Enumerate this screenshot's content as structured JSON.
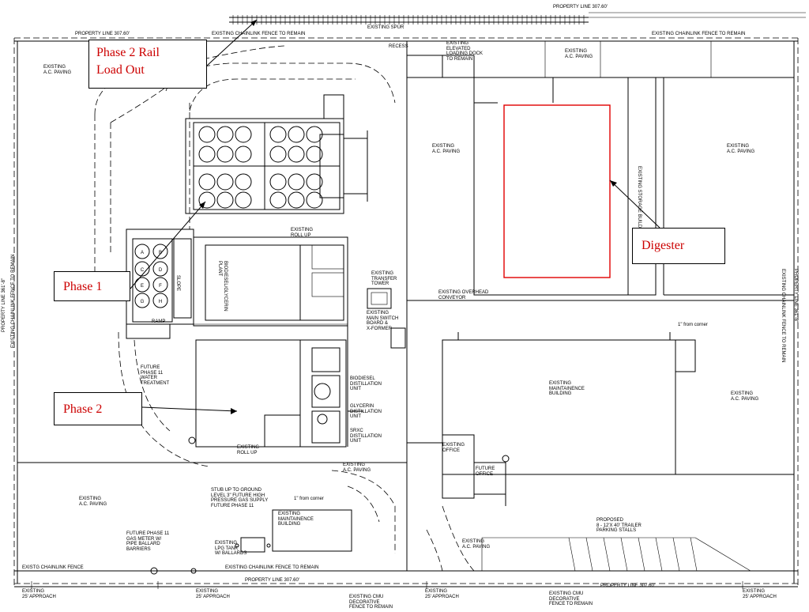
{
  "callouts": {
    "phase2_rail": "Phase 2 Rail\nLoad Out",
    "phase1": "Phase 1",
    "phase2": "Phase 2",
    "digester": "Digester"
  },
  "labels": {
    "property_line_top_left": "PROPERTY LINE 307.60'",
    "property_line_top_right": "PROPERTY LINE 307.60'",
    "fence_top_left": "EXISTING CHAINLINK FENCE TO REMAIN",
    "fence_top_right": "EXISTING CHAINLINK FENCE TO REMAIN",
    "existing_spur": "EXISTING SPUR",
    "recess": "RECESS",
    "elevated_dock": "EXISTING\nELEVATED\nLOADING DOCK\nTO REMAIN",
    "paving_top_left": "EXISTING\nA.C. PAVING",
    "paving_top_mid": "EXISTING\nA.C. PAVING",
    "paving_mid_left": "EXISTING\nA.C. PAVING",
    "paving_mid_right": "EXISTING\nA.C. PAVING",
    "storage_buildings": "EXISTING STORAGE BUILDINGS",
    "roll_up_top": "EXISTING\nROLL UP",
    "biodiesel_plant": "BIODIESEL/GLYCERIN\nPLANT",
    "slope": "SLOPE",
    "ramp": "RAMP",
    "transfer_tower": "EXISTING\nTRANSFER\nTOWER",
    "overhead_conveyor": "EXISTING OVERHEAD\nCONVEYOR",
    "main_switch": "EXISTING\nMAIN SWITCH\nBOARD &\nX-FORMER",
    "water_treatment": "FUTURE\nPHASE 11\nWATER\nTREATMENT",
    "biodiesel_unit": "BIODIESEL\nDISTILLATION\nUNIT",
    "glycerin_unit": "GLYCERIN\nDISTILLATION\nUNIT",
    "srxc_unit": "SRXC\nDISTILLATION\nUNIT",
    "roll_up_bottom": "EXISTING\nROLL UP",
    "paving_center": "EXISTING\nA.C. PAVING",
    "maint_building_large": "EXISTING\nMAINTAINENCE\nBUILDING",
    "paving_right_mid": "EXISTING\nA.C. PAVING",
    "one_from_corner_right": "1\" from corner",
    "existing_office": "EXISTING\nOFFICE",
    "future_office": "FUTURE\nOFFICE",
    "stub_up": "STUB UP TO GROUND\nLEVEL 3\" FUTURE HIGH\nPRESSURE GAS SUPPLY\nFUTURE PHASE 11",
    "one_from_corner_left": "1\" from corner",
    "maint_building_small": "EXISTING\nMAINTAINENCE\nBUILDING",
    "paving_bottom_left": "EXISTING\nA.C. PAVING",
    "gas_meter": "FUTURE PHASE 11\nGAS METER W/\nPIPE BALLARD\nBARRIERS",
    "lpg_tank": "EXISTING\nLPG TANK\nW/ BALLARDS",
    "paving_bottom_mid": "EXISTING\nA.C. PAVING",
    "trailer_stalls": "PROPOSED\n8 - 12'X 40' TRAILER\nPARKING STALLS",
    "fence_bottom_left": "EXISTG CHAINLINK FENCE",
    "fence_bottom_mid": "EXISTING CHAINLINK FENCE TO REMAIN",
    "property_line_bottom_left": "PROPERTY LINE 307.60'",
    "property_line_bottom_right": "PROPERTY LINE 307.60'",
    "approach_1": "EXISTING\n25' APPROACH",
    "approach_2": "EXISTING\n25' APPROACH",
    "approach_3": "EXISTING\n25' APPROACH",
    "approach_4": "EXISTING\n25' APPROACH",
    "cmu_fence_1": "EXISTING CMU\nDECORATIVE\nFENCE TO REMAIN",
    "cmu_fence_2": "EXISTING CMU\nDECORATIVE\nFENCE TO REMAIN",
    "property_line_left": "PROPERTY LINE 361'-8\"",
    "fence_left": "EXISTING CHAINLINK FENCE TO REMAIN",
    "property_line_right": "PROPERTY LINE 361'-8\"",
    "fence_right": "EXISTING CHAINLINK FENCE TO REMAIN"
  },
  "tank_letters": [
    "A",
    "B",
    "C",
    "D",
    "E",
    "F",
    "G",
    "H"
  ],
  "colors": {
    "callout_text": "#cc0000",
    "digester_outline": "#e00000",
    "linework": "#000000"
  }
}
